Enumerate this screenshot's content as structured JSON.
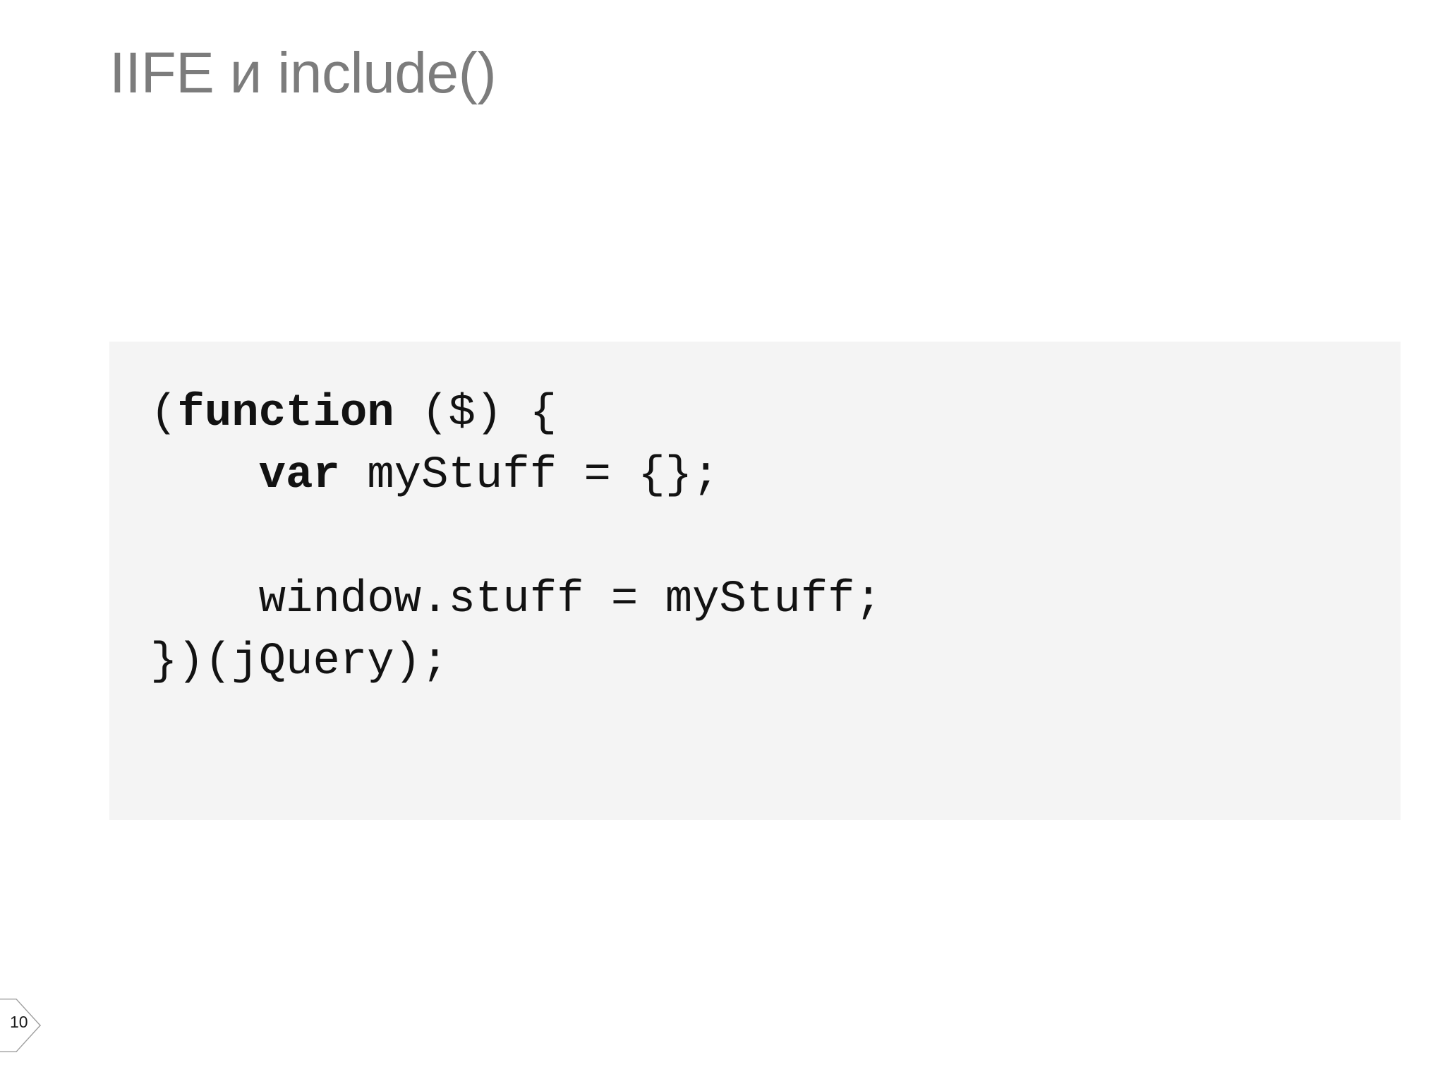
{
  "slide": {
    "title": "IIFE и include()",
    "background_color": "#ffffff",
    "title_color": "#7c7c7c",
    "page_number": "10"
  },
  "code_block": {
    "background_color": "#f4f4f4",
    "text_color": "#121212",
    "language": "javascript",
    "lines": [
      {
        "indent": "",
        "keyword": "function",
        "before": "(",
        "after": " ($) {"
      },
      {
        "indent": "    ",
        "keyword": "var",
        "before": "",
        "after": " myStuff = {};"
      },
      {
        "indent": "",
        "keyword": "",
        "before": "",
        "after": ""
      },
      {
        "indent": "    ",
        "keyword": "",
        "before": "",
        "after": "window.stuff = myStuff;"
      },
      {
        "indent": "",
        "keyword": "",
        "before": "",
        "after": "})(jQuery);"
      }
    ],
    "full_text": "(function ($) {\n    var myStuff = {};\n\n    window.stuff = myStuff;\n})(jQuery);"
  }
}
